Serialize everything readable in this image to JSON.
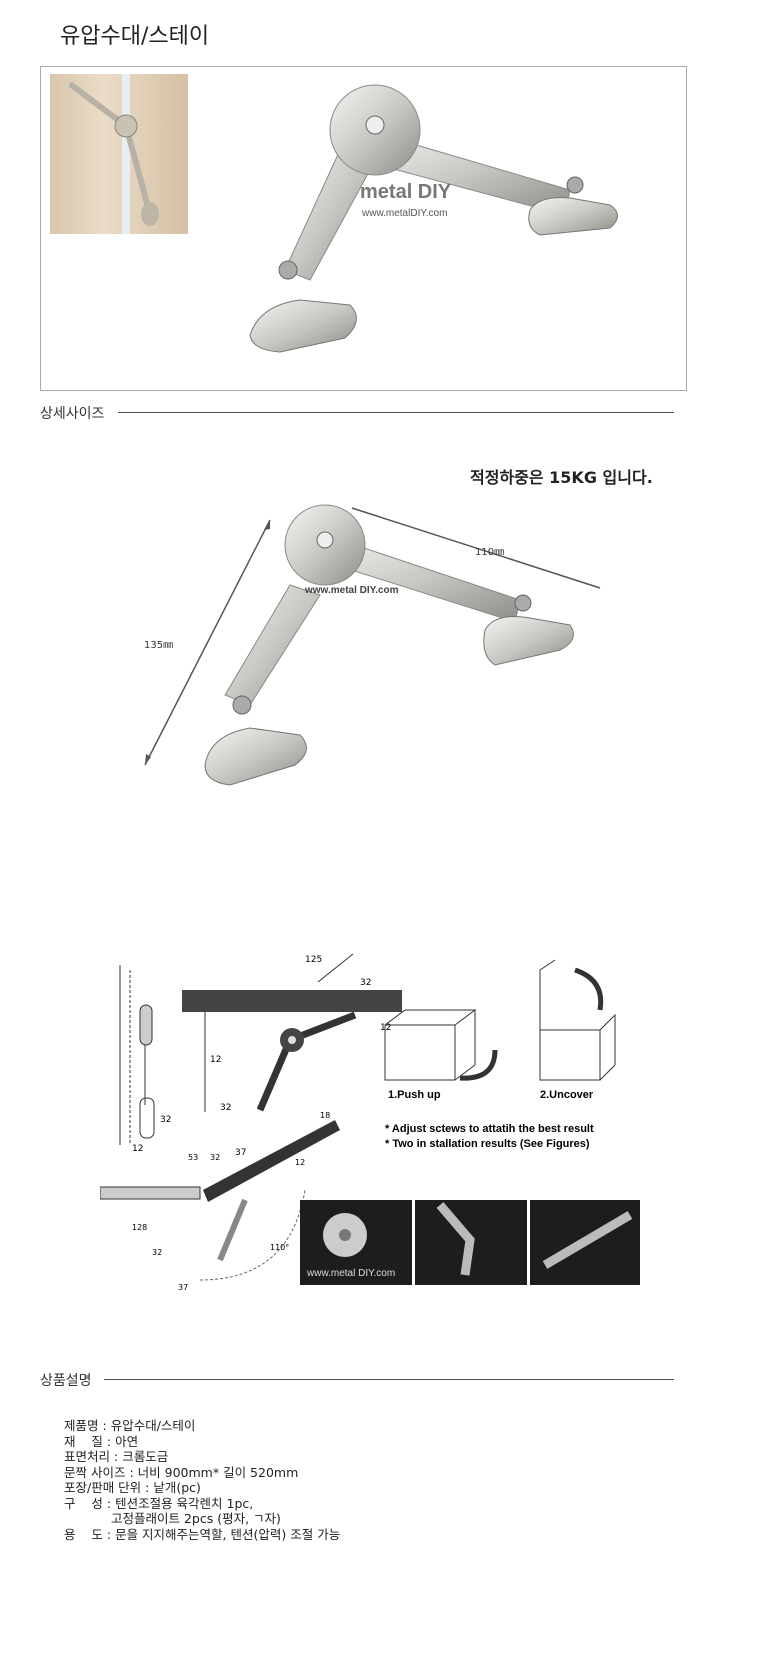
{
  "title": "유압수대/스테이",
  "watermark": {
    "brand": "metal DIY",
    "url": "www.metalDIY.com",
    "url_small": "www.metal DIY.com"
  },
  "sections": {
    "size": "상세사이즈",
    "description": "상품설명"
  },
  "load_text": "적정하중은 15KG 입니다.",
  "dimensions": {
    "width": "110㎜",
    "height": "135㎜"
  },
  "diagram": {
    "labels": [
      "125",
      "32",
      "12",
      "12",
      "32",
      "37",
      "32",
      "12"
    ],
    "side_labels": [
      "53",
      "32",
      "18",
      "12",
      "128",
      "32",
      "37",
      "110°"
    ],
    "steps": [
      "1.Push up",
      "2.Uncover"
    ],
    "notes": [
      "* Adjust sctews to attatih the best result",
      "* Two in stallation results (See Figures)"
    ]
  },
  "specs": [
    {
      "label": "제품명",
      "value": "유압수대/스테이"
    },
    {
      "label": "재    질",
      "value": "아연"
    },
    {
      "label": "표면처리",
      "value": "크롬도금"
    },
    {
      "label": "문짝 사이즈",
      "value": "너비 900mm* 길이 520mm"
    },
    {
      "label": "포장/판매 단위",
      "value": "낱개(pc)"
    },
    {
      "label": "구    성",
      "value": "텐션조절용 육각렌치 1pc,"
    },
    {
      "label": "",
      "value": "고정플래이트 2pcs (평자, ㄱ자)"
    },
    {
      "label": "용    도",
      "value": "문을 지지해주는역할, 텐션(압력) 조절 가능"
    }
  ]
}
